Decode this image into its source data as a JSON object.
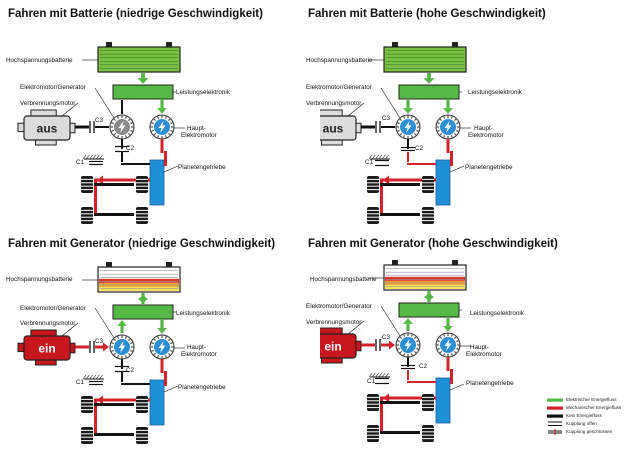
{
  "colors": {
    "electric": "#56b947",
    "mechanical": "#d2232a",
    "none": "#111111",
    "battery_full": "#7ac143",
    "battery_charge_red": "#d9372e",
    "battery_charge_orange": "#f0a032",
    "battery_charge_yellow": "#f6e15a",
    "planetary": "#1f8fd8",
    "engine_off": "#dcdcdc",
    "engine_on": "#c8161d"
  },
  "icons": {
    "battery": "battery-icon",
    "power_electronics": "power-electronics-icon",
    "motor": "lightning-motor-icon",
    "engine": "combustion-engine-icon",
    "clutch": "clutch-icon",
    "wheel": "wheel-icon"
  },
  "panels": [
    {
      "title": "Fahren mit Batterie (niedrige Geschwindigkeit)",
      "labels": {
        "battery": "Hochspannungsbatterie",
        "generator": "Elektromotor/Generator",
        "engine": "Verbrennungsmotor",
        "power": "Leistungselektronik",
        "main_motor_1": "Haupt-",
        "main_motor_2": "Elektromotor",
        "planetary": "Planetengetriebe",
        "c1": "C1",
        "c2": "C2",
        "c3": "C3"
      },
      "engine_text": "aus"
    },
    {
      "title": "Fahren mit Batterie (hohe Geschwindigkeit)",
      "labels": {
        "battery": "Hochspannungsbatterie",
        "generator": "Elektromotor/Generator",
        "engine": "Verbrennungsmotor",
        "power": "Leistungselektronik",
        "main_motor_1": "Haupt-",
        "main_motor_2": "Elektromotor",
        "planetary": "Planetengetriebe",
        "c1": "C1",
        "c2": "C2",
        "c3": "C3"
      },
      "engine_text": "aus"
    },
    {
      "title": "Fahren mit Generator (niedrige Geschwindigkeit)",
      "labels": {
        "battery": "Hochspannungsbatterie",
        "generator": "Elektromotor/Generator",
        "engine": "Verbrennungsmotor",
        "power": "Leistungselektronik",
        "main_motor_1": "Haupt-",
        "main_motor_2": "Elektromotor",
        "planetary": "Planetengetriebe",
        "c1": "C1",
        "c2": "C2",
        "c3": "C3"
      },
      "engine_text": "ein"
    },
    {
      "title": "Fahren mit Generator (hohe Geschwindigkeit)",
      "labels": {
        "battery": "Hochspannungsbatterie",
        "generator": "Elektromotor/Generator",
        "engine": "Verbrennungsmotor",
        "power": "Leistungselektronik",
        "main_motor_1": "Haupt-",
        "main_motor_2": "Elektromotor",
        "planetary": "Planetengetriebe",
        "c1": "C1",
        "c2": "C2",
        "c3": "C3"
      },
      "engine_text": "ein"
    }
  ],
  "legend": [
    "Elektrischer Energiefluss",
    "Mechanischer Energiefluss",
    "Kein Energiefluss",
    "Kupplung offen",
    "Kupplung geschlossen"
  ]
}
